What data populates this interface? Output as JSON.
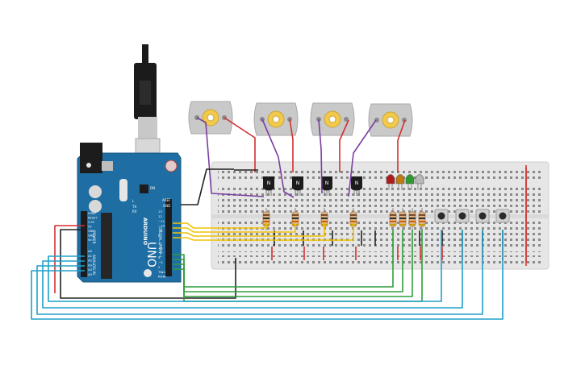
{
  "arduino": {
    "logo": "ARDUINO",
    "model": "UNO",
    "power_header_label": "POWER",
    "analog_header_label": "ANALOG IN",
    "digital_header_label": "DIGITAL (PWM~)",
    "tx_label": "TX",
    "rx_label": "RX",
    "on_label": "ON",
    "l_label": "L",
    "aref_label": "AREF",
    "gnd_label": "GND",
    "pins_top": [
      "13",
      "12",
      "~11",
      "~10",
      "~9",
      "8"
    ],
    "pins_bottom": [
      "7",
      "~6",
      "~5",
      "4",
      "~3",
      "2",
      "TX▸1",
      "RX◂0"
    ],
    "power_pins": [
      "IOREF",
      "RESET",
      "3.3V",
      "5V",
      "GND",
      "GND",
      "Vin"
    ],
    "analog_pins": [
      "A0",
      "A1",
      "A2",
      "A3",
      "A4",
      "A5"
    ]
  },
  "transistor_label": "N",
  "colors": {
    "board": "#1f6ea3",
    "breadboard": "#e8e8e8",
    "wire_red": "#d32f2f",
    "wire_black": "#222222",
    "wire_yellow": "#f2c200",
    "wire_green": "#2e9e3a",
    "wire_blue": "#1fa0c8",
    "wire_purple": "#7b3fa0",
    "motor_body": "#c9c9c9",
    "motor_hub": "#f2c94c"
  },
  "leds": [
    {
      "color": "red",
      "hex": "#b01c1c"
    },
    {
      "color": "orange",
      "hex": "#c07a12"
    },
    {
      "color": "green",
      "hex": "#2f9a2f"
    },
    {
      "color": "white",
      "hex": "#b9b9b9"
    }
  ],
  "motors_count": 4,
  "buttons_count": 4,
  "transistors_count": 4
}
